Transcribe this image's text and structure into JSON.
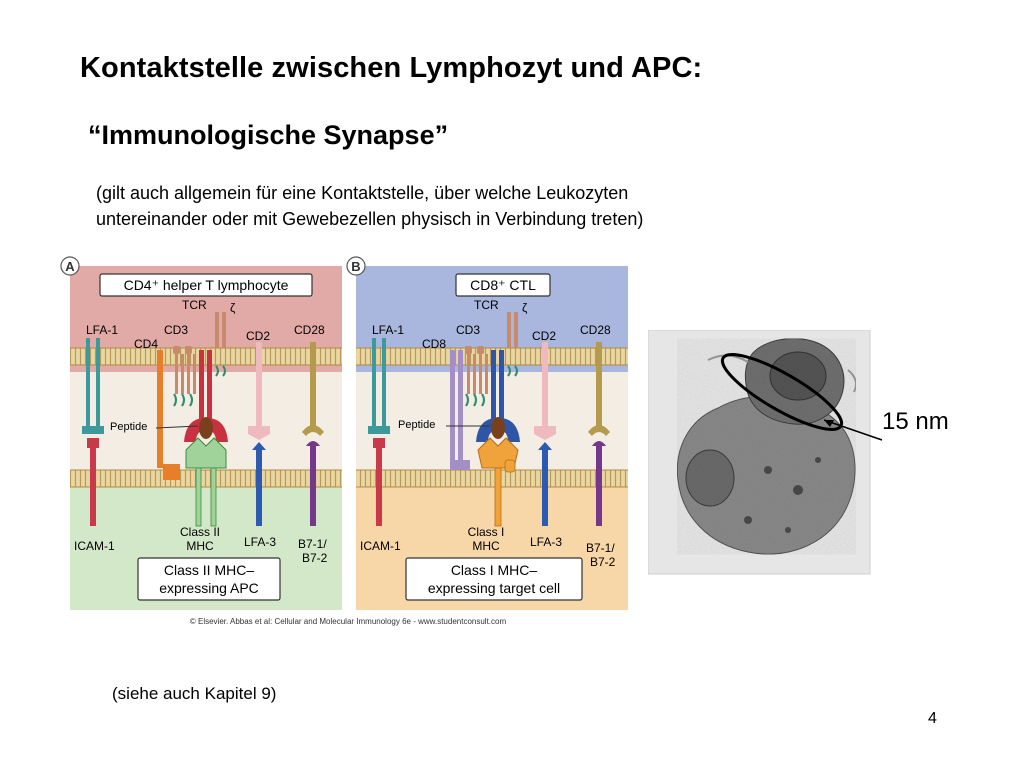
{
  "slide": {
    "title": "Kontaktstelle zwischen Lymphozyt und APC:",
    "subtitle": "“Immunologische Synapse”",
    "note_lines": [
      "(gilt auch allgemein für eine Kontaktstelle, über welche Leukozyten",
      "untereinander oder mit Gewebezellen physisch in Verbindung treten)"
    ],
    "footnote": "(siehe auch Kapitel 9)",
    "page_number": "4"
  },
  "figure": {
    "panel_a": {
      "letter": "A",
      "top_label": "CD4⁺ helper T lymphocyte",
      "bottom_label": [
        "Class II MHC–",
        "expressing APC"
      ],
      "labels": {
        "lfa1": "LFA-1",
        "cd4": "CD4",
        "cd3": "CD3",
        "tcr": "TCR",
        "zeta": "ζ",
        "cd2": "CD2",
        "cd28": "CD28",
        "peptide": "Peptide",
        "mhc": [
          "Class II",
          "MHC"
        ],
        "icam": "ICAM-1",
        "lfa3": "LFA-3",
        "b7": [
          "B7-1/",
          "B7-2"
        ]
      }
    },
    "panel_b": {
      "letter": "B",
      "top_label": "CD8⁺ CTL",
      "bottom_label": [
        "Class I MHC–",
        "expressing target cell"
      ],
      "labels": {
        "lfa1": "LFA-1",
        "cd4": "CD8",
        "cd3": "CD3",
        "tcr": "TCR",
        "zeta": "ζ",
        "cd2": "CD2",
        "cd28": "CD28",
        "peptide": "Peptide",
        "mhc": [
          "Class I",
          "MHC"
        ],
        "icam": "ICAM-1",
        "lfa3": "LFA-3",
        "b7": [
          "B7-1/",
          "B7-2"
        ]
      }
    },
    "copyright": "© Elsevier. Abbas et al: Cellular and Molecular Immunology 6e - www.studentconsult.com"
  },
  "micrograph": {
    "scale_label": "15 nm"
  },
  "colors": {
    "panel_a_top": "#e2aaa6",
    "panel_a_bottom": "#d3e8c9",
    "panel_b_top": "#a9b6dd",
    "panel_b_bottom": "#f7d6a8",
    "membrane": "#e9d6a0",
    "lfa1": "#3d9a9c",
    "icam": "#c8394a",
    "tcr_a": "#c8313f",
    "tcr_b": "#2f56a6",
    "cd4": "#e77e2a",
    "cd8": "#a48ec6",
    "mhc_ii": "#9fd39a",
    "mhc_i": "#f0a33b",
    "cd2": "#efb9c0",
    "lfa3": "#2c5ab0",
    "cd28": "#b49a4c",
    "b7": "#74378a",
    "peptide": "#7a3f1b"
  }
}
